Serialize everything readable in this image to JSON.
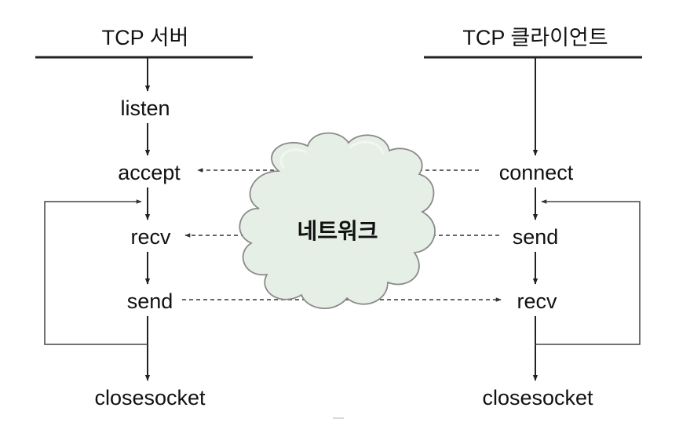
{
  "server": {
    "title": "TCP 서버",
    "steps": [
      "listen",
      "accept",
      "recv",
      "send",
      "closesocket"
    ]
  },
  "client": {
    "title": "TCP 클라이언트",
    "steps": [
      "connect",
      "send",
      "recv",
      "closesocket"
    ]
  },
  "network": {
    "label": "네트워크"
  },
  "colors": {
    "cloud_fill": "#e6efe6",
    "cloud_stroke": "#8a8a8a",
    "line": "#222222"
  }
}
